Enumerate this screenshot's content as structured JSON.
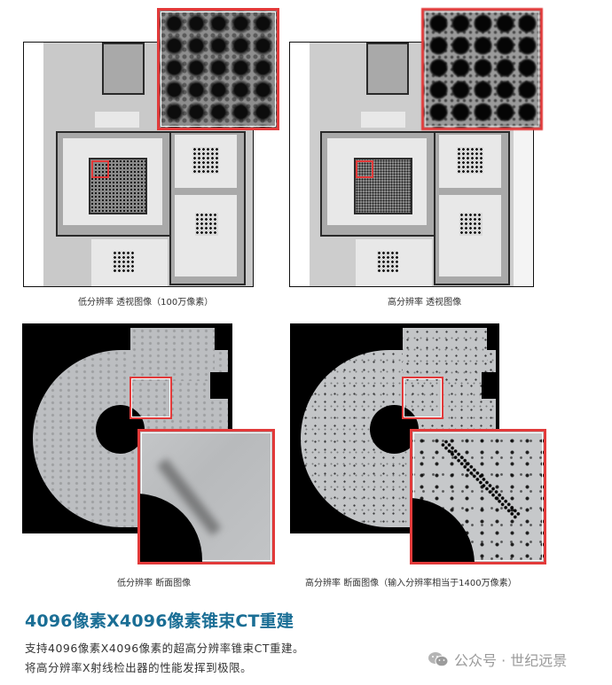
{
  "figures": {
    "transmission_low": {
      "caption": "低分辨率 透视图像（100万像素）",
      "inset_description": "BGA solder ball grid, coarse and blurred"
    },
    "transmission_high": {
      "caption": "高分辨率 透视图像",
      "inset_description": "BGA solder ball grid, sharp with fine detail"
    },
    "section_low": {
      "caption": "低分辨率 断面图像",
      "inset_description": "Blurred crack/void line"
    },
    "section_high": {
      "caption": "高分辨率 断面图像（输入分辨率相当于1400万像素）",
      "inset_description": "Sharp porosity cluster along crack"
    }
  },
  "section": {
    "title": "4096像素X4096像素锥束CT重建",
    "lines": [
      "支持4096像素X4096像素的超高分辨率锥束CT重建。",
      "将高分辨率X射线检出器的性能发挥到极限。"
    ]
  },
  "watermark": {
    "icon": "wechat-icon",
    "text": "公众号 · 世纪远景"
  },
  "colors": {
    "title": "#1a6e95",
    "highlight_frame": "#e23a3a",
    "body_text": "#333333",
    "watermark": "#9a9a9a"
  }
}
